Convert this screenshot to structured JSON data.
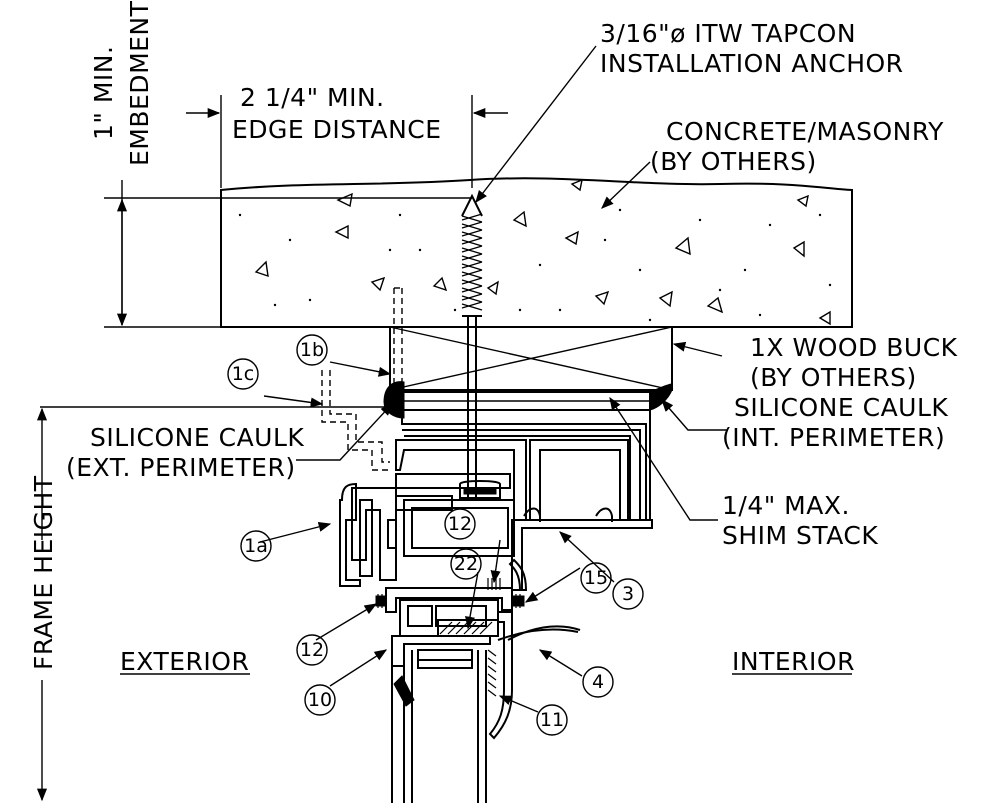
{
  "labels": {
    "anchor": [
      "3/16\"ø ITW TAPCON",
      "INSTALLATION ANCHOR"
    ],
    "edge_distance": [
      "2 1/4\" MIN.",
      "EDGE DISTANCE"
    ],
    "embedment": [
      "1\" MIN.",
      "EMBEDMENT"
    ],
    "concrete": [
      "CONCRETE/MASONRY",
      "(BY OTHERS)"
    ],
    "wood_buck": [
      "1X WOOD BUCK",
      "(BY OTHERS)"
    ],
    "int_caulk": [
      "SILICONE CAULK",
      "(INT. PERIMETER)"
    ],
    "ext_caulk": [
      "SILICONE CAULK",
      "(EXT. PERIMETER)"
    ],
    "shim": [
      "1/4\" MAX.",
      "SHIM STACK"
    ],
    "frame_height": "FRAME HEIGHT",
    "exterior": "EXTERIOR",
    "interior": "INTERIOR"
  },
  "callouts": {
    "c1b": "1b",
    "c1c": "1c",
    "c1a": "1a",
    "c12_top": "12",
    "c22": "22",
    "c3": "3",
    "c12_left": "12",
    "c15": "15",
    "c4": "4",
    "c10": "10",
    "c11": "11"
  }
}
